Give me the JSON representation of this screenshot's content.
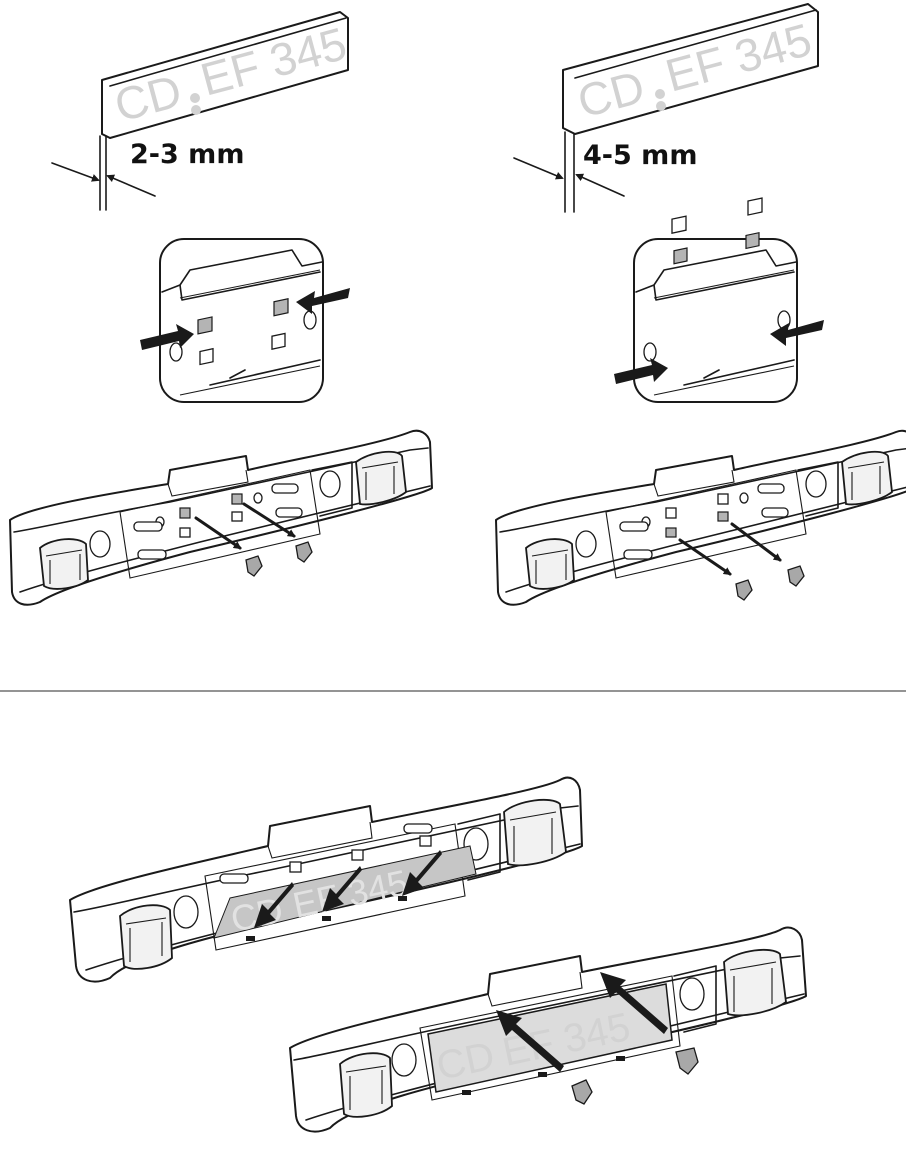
{
  "plates": {
    "left": {
      "text_left": "CD",
      "text_right": "EF 345",
      "thickness_label": "2-3 mm"
    },
    "right": {
      "text_left": "CD",
      "text_right": "EF 345",
      "thickness_label": "4-5 mm"
    }
  },
  "mounted_plate": {
    "text_left": "CD",
    "text_right": "EF 345"
  },
  "colors": {
    "plate_text": "#d2d2d2",
    "pad": "#b4b4b4",
    "plate_fill": "#dcdcdc",
    "line": "#1a1a1a"
  }
}
